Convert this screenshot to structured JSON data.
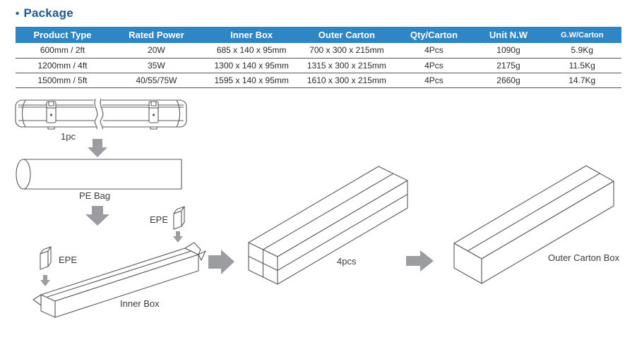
{
  "page": {
    "bullet": "•",
    "title": "Package"
  },
  "table": {
    "columns": [
      "Product Type",
      "Rated Power",
      "Inner Box",
      "Outer Carton",
      "Qty/Carton",
      "Unit N.W",
      "G.W/Carton"
    ],
    "rows": [
      [
        "600mm / 2ft",
        "20W",
        "685 x 140 x 95mm",
        "700 x 300 x 215mm",
        "4Pcs",
        "1090g",
        "5.9Kg"
      ],
      [
        "1200mm / 4ft",
        "35W",
        "1300 x 140 x 95mm",
        "1315 x 300 x 215mm",
        "4Pcs",
        "2175g",
        "11.5Kg"
      ],
      [
        "1500mm / 5ft",
        "40/55/75W",
        "1595 x 140 x 95mm",
        "1610 x 300 x 215mm",
        "4Pcs",
        "2660g",
        "14.7Kg"
      ]
    ]
  },
  "diagram": {
    "labels": {
      "one_pc": "1pc",
      "pe_bag": "PE Bag",
      "epe_right": "EPE",
      "epe_left": "EPE",
      "inner_box": "Inner Box",
      "four_pcs": "4pcs",
      "outer_carton_box": "Outer Carton Box"
    }
  },
  "colors": {
    "header_bg": "#2e86c5",
    "title_text": "#24598f",
    "arrow_gray": "#9b9da0",
    "line_art": "#58595b"
  }
}
